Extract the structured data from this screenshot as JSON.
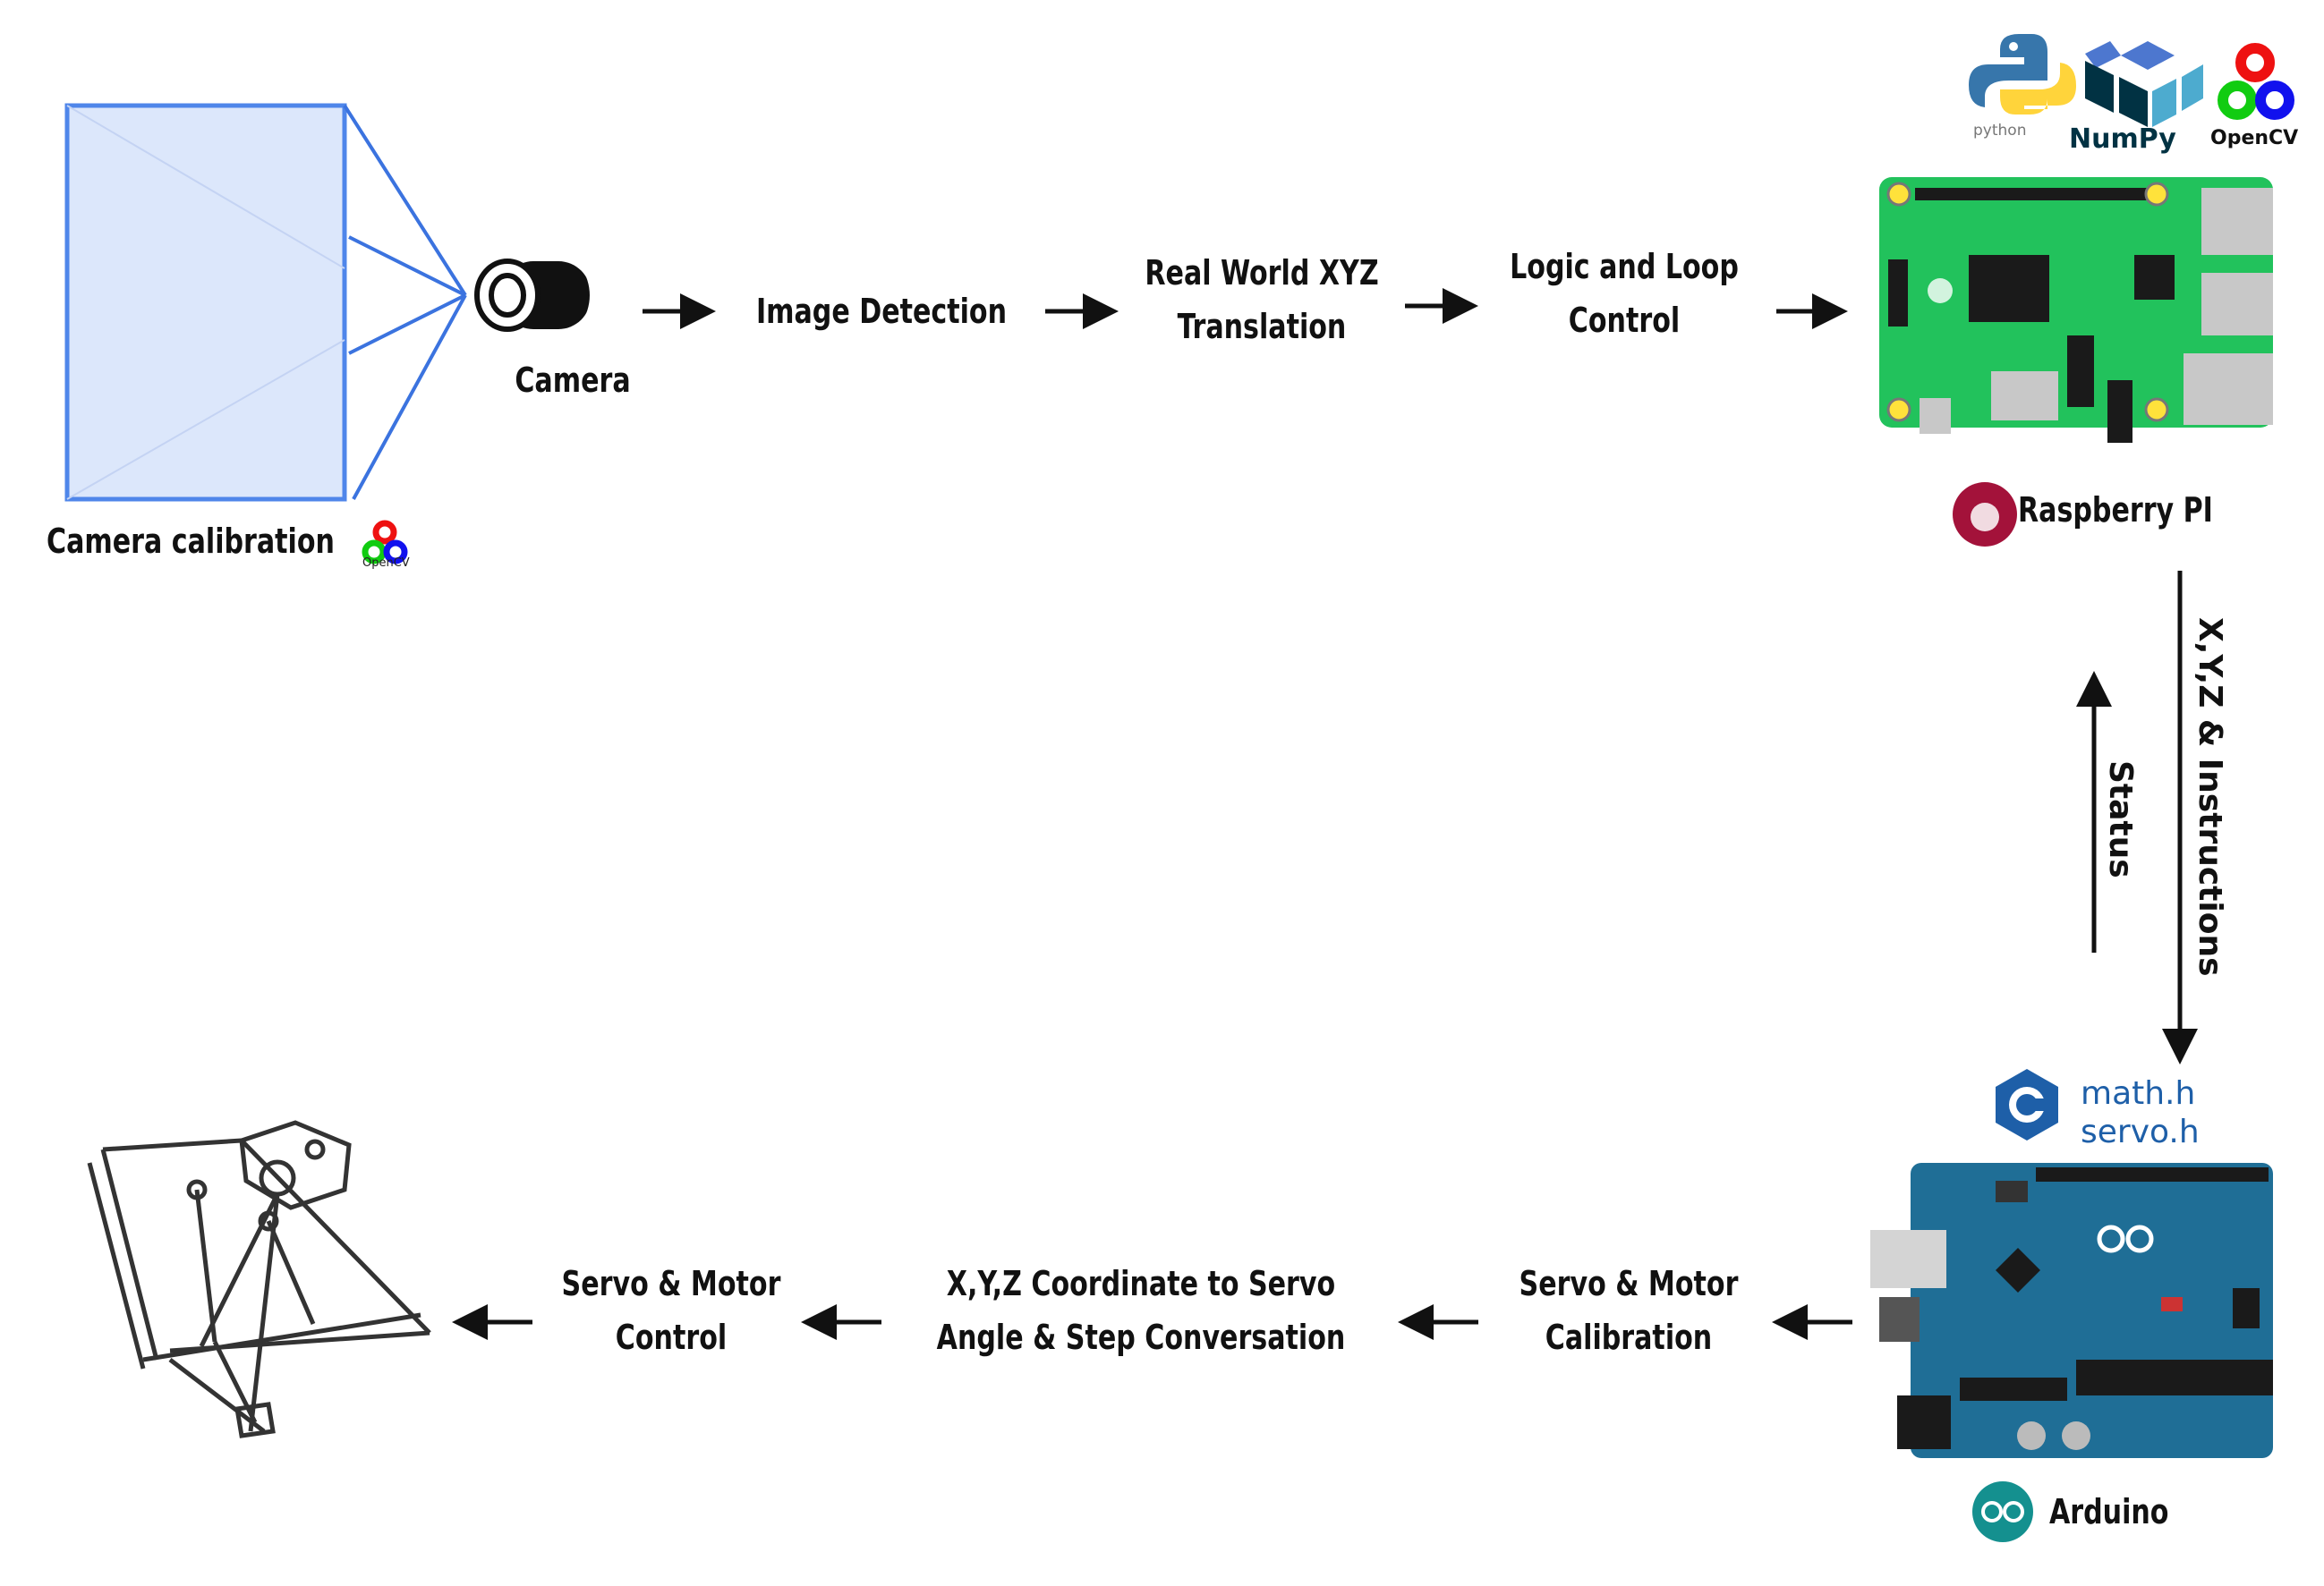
{
  "nodes": {
    "calibration": "Camera calibration",
    "camera": "Camera",
    "image_detection": "Image Detection",
    "xyz_translation": [
      "Real World XYZ",
      "Translation"
    ],
    "logic_loop": [
      "Logic and Loop",
      "Control"
    ],
    "raspberry": "Raspberry PI",
    "arduino": "Arduino",
    "servo_calibration": [
      "Servo & Motor",
      "Calibration"
    ],
    "coordinate_conversion": [
      "X,Y,Z Coordinate to Servo",
      "Angle & Step Conversation"
    ],
    "servo_control": [
      "Servo & Motor",
      "Control"
    ]
  },
  "edges": {
    "down_label": "X,Y,Z & Instructions",
    "up_label": "Status"
  },
  "logos": {
    "python": "python",
    "numpy": "NumPy",
    "opencv": "OpenCV",
    "opencv_small": "OpenCV",
    "libs": [
      "math.h",
      "servo.h"
    ]
  },
  "colors": {
    "board_green": "#22c25c",
    "arduino_blue": "#1f6e96",
    "raspberry_red": "#a3123a",
    "cpp_blue": "#1e5fa8",
    "arduino_teal": "#14908f",
    "calib_blue": "#4f86ea"
  }
}
